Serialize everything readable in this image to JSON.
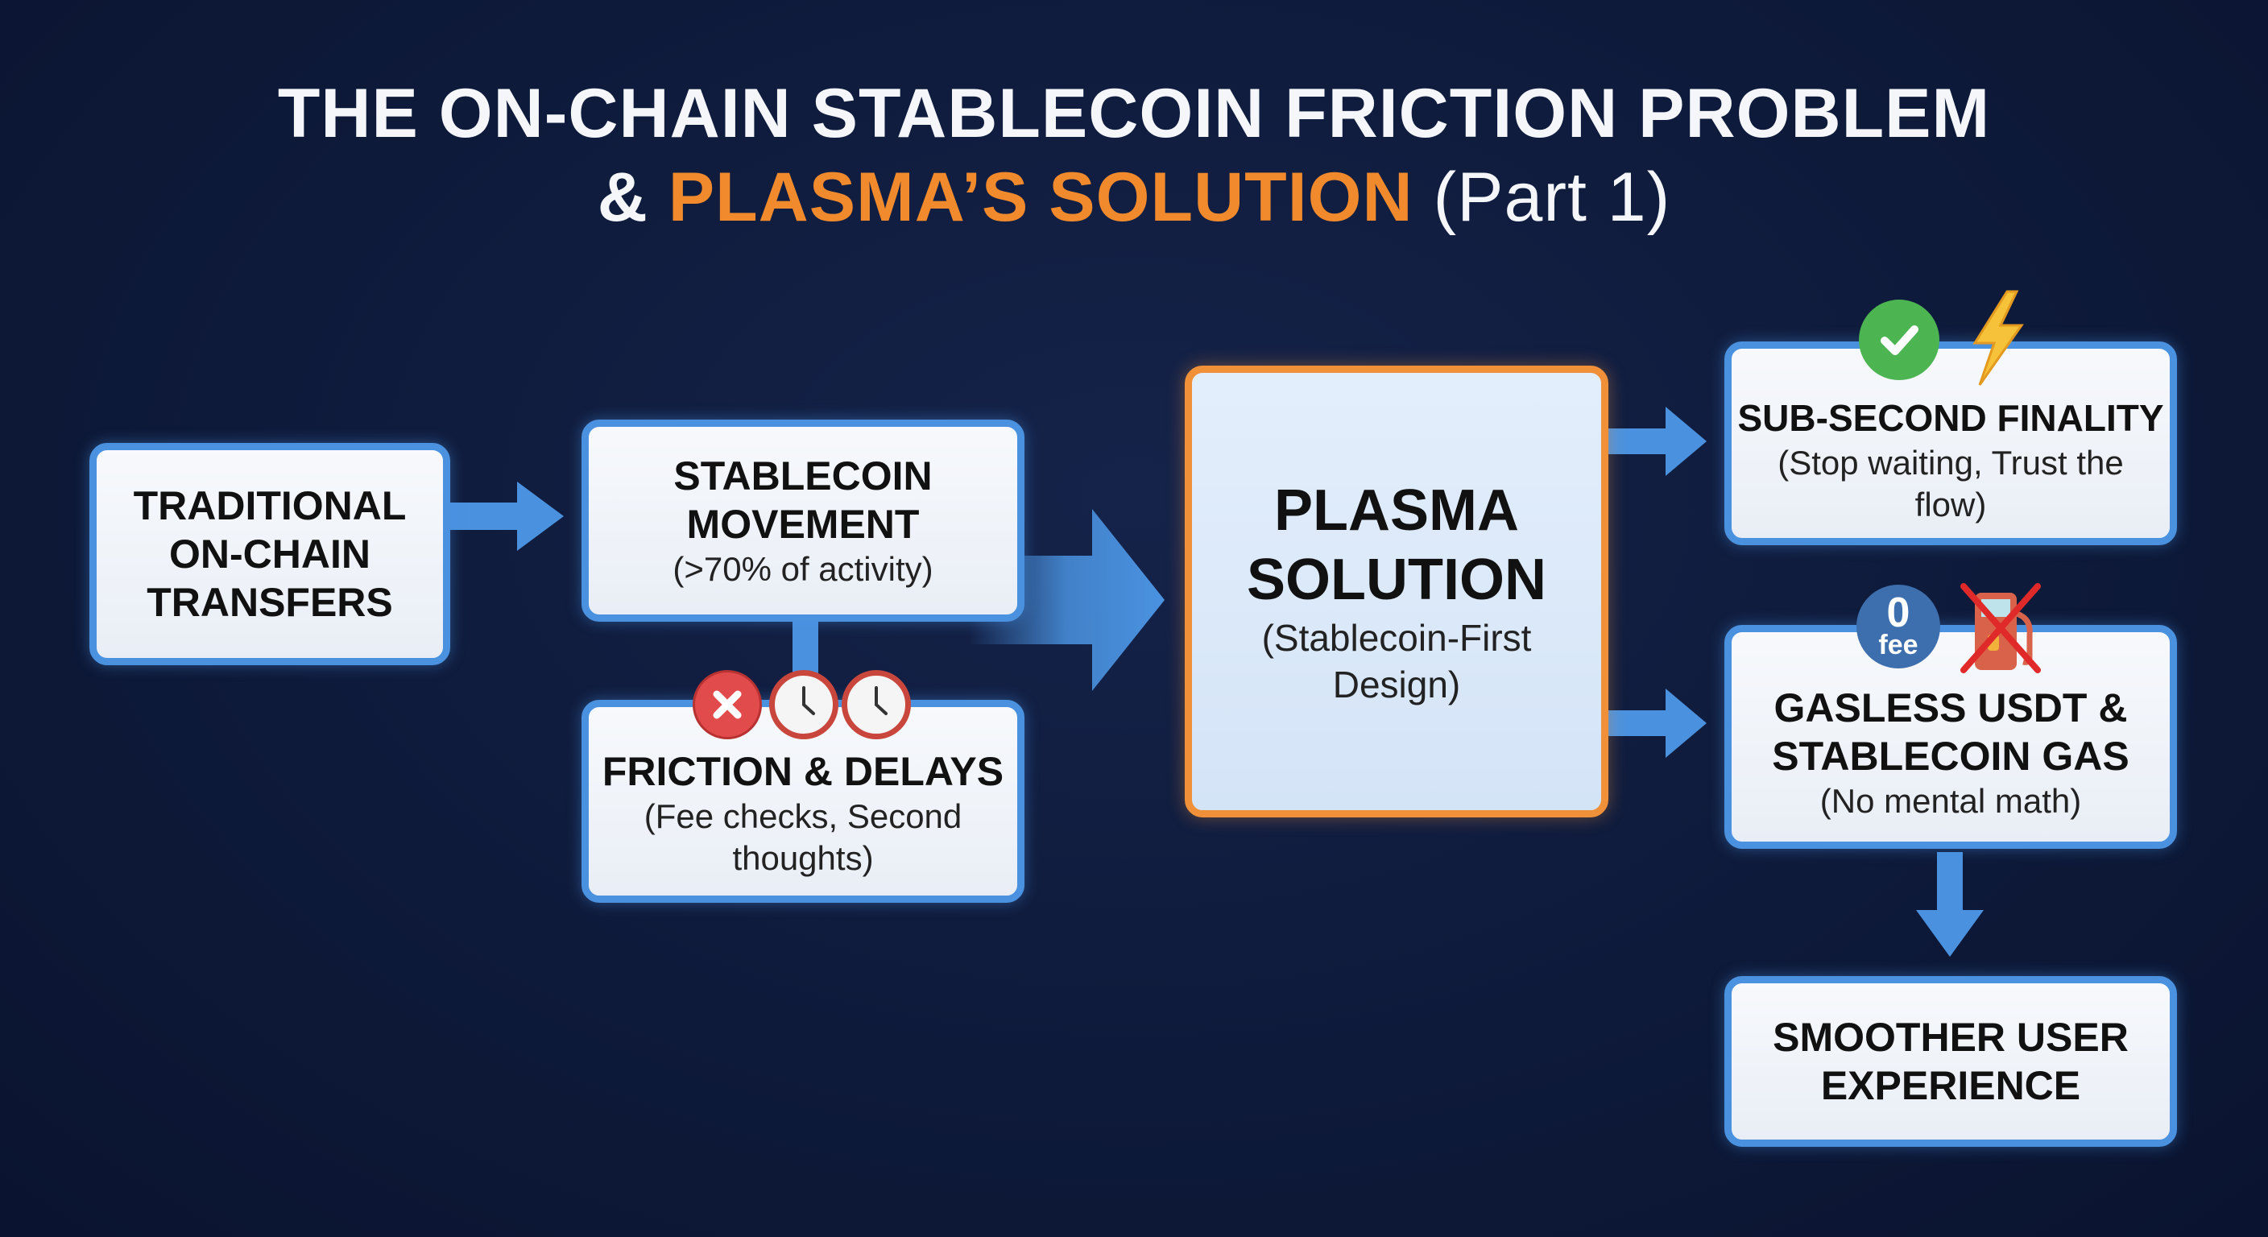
{
  "title": {
    "line1": "THE ON-CHAIN STABLECOIN FRICTION PROBLEM",
    "line2_prefix": "& ",
    "line2_accent": "PLASMA’S SOLUTION",
    "line2_suffix": " (Part 1)"
  },
  "colors": {
    "background": "#0e1a3a",
    "box_border": "#4a92e0",
    "accent": "#f08a2c",
    "arrow": "#4a92e0"
  },
  "nodes": {
    "traditional": {
      "title": "TRADITIONAL ON-CHAIN TRANSFERS"
    },
    "stablecoin": {
      "title": "STABLECOIN MOVEMENT",
      "subtitle": "(>70% of activity)"
    },
    "friction": {
      "title": "FRICTION & DELAYS",
      "subtitle": "(Fee checks, Second thoughts)",
      "icons": [
        "red-x-icon",
        "clock-icon",
        "clock-icon"
      ]
    },
    "plasma": {
      "title": "PLASMA SOLUTION",
      "subtitle": "(Stablecoin-First Design)"
    },
    "finality": {
      "title": "SUB-SECOND FINALITY",
      "subtitle": "(Stop waiting, Trust the flow)",
      "icons": [
        "green-check-icon",
        "lightning-icon"
      ]
    },
    "gasless": {
      "title": "GASLESS USDT & STABLECOIN GAS",
      "subtitle": "(No mental math)",
      "zero_fee_badge": {
        "number": "0",
        "label": "fee"
      },
      "icons": [
        "zero-fee-icon",
        "no-gas-pump-icon"
      ]
    },
    "smoother": {
      "title": "SMOOTHER USER EXPERIENCE"
    }
  }
}
